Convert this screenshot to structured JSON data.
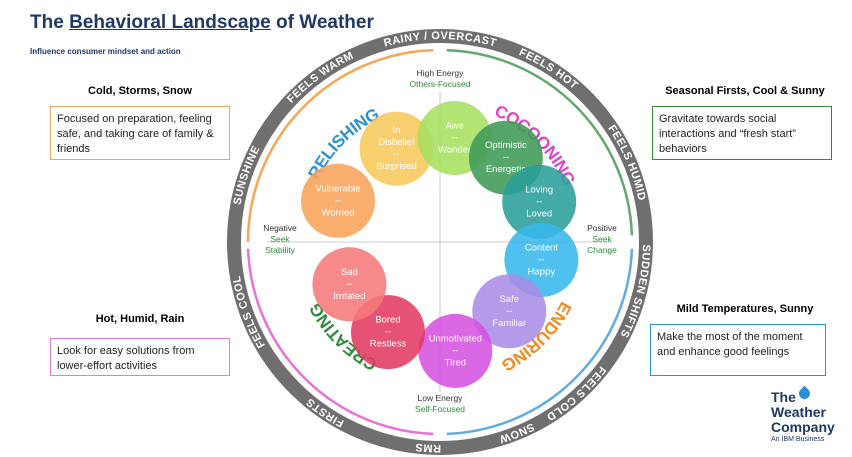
{
  "header": {
    "title_pre": "The ",
    "title_underlined": "Behavioral Landscape",
    "title_post": " of Weather",
    "subtitle": "Influence consumer mindset and action"
  },
  "quadrants": [
    {
      "key": "top-left",
      "heading": "Cold, Storms, Snow",
      "heading_color": "#f28a1c",
      "border_color": "#f3a65a",
      "text": "Focused on preparation, feeling safe, and taking care of family & friends"
    },
    {
      "key": "top-right",
      "heading": "Seasonal Firsts, Cool & Sunny",
      "heading_color": "#2e8b3a",
      "border_color": "#2e8b3a",
      "text": "Gravitate towards social interactions and “fresh start” behaviors"
    },
    {
      "key": "bottom-left",
      "heading": "Hot, Humid, Rain",
      "heading_color": "#e040c8",
      "border_color": "#e77ad8",
      "text": "Look for easy solutions from lower-effort activities"
    },
    {
      "key": "bottom-right",
      "heading": "Mild Temperatures, Sunny",
      "heading_color": "#2b8fd6",
      "border_color": "#2b8fd6",
      "text": "Make the most of the moment and enhance good feelings"
    }
  ],
  "ring_labels": [
    "STORMS",
    "FIRSTS",
    "FEELS COOL",
    "SUNSHINE",
    "FEELS WARM",
    "RAINY / OVERCAST",
    "FEELS HOT",
    "FEELS HUMID",
    "SUDDEN SHIFTS",
    "FEELS COLD",
    "SNOW"
  ],
  "segments": [
    {
      "label": "ENDURING",
      "color": "#f28a1c"
    },
    {
      "label": "CREATING",
      "color": "#2e8b3a"
    },
    {
      "label": "RELISHING",
      "color": "#2b8fd6"
    },
    {
      "label": "COCOONING",
      "color": "#e040c8"
    }
  ],
  "axes": {
    "top": [
      "High Energy",
      "Others-Focused"
    ],
    "bottom": [
      "Low Energy",
      "Self-Focused"
    ],
    "left": [
      "Negative",
      "Seek",
      "Stability"
    ],
    "right": [
      "Positive",
      "Seek",
      "Change"
    ]
  },
  "emotions": [
    {
      "lines": [
        "In",
        "Disbelief",
        "--",
        "Surprised"
      ],
      "color": "#f7c85a"
    },
    {
      "lines": [
        "Awe",
        "--",
        "Wonder"
      ],
      "color": "#a6e05e"
    },
    {
      "lines": [
        "Optimistic",
        "--",
        "Energetic"
      ],
      "color": "#3f9a58"
    },
    {
      "lines": [
        "Loving",
        "--",
        "Loved"
      ],
      "color": "#2a9e9a"
    },
    {
      "lines": [
        "Content",
        "--",
        "Happy"
      ],
      "color": "#38b8ec"
    },
    {
      "lines": [
        "Safe",
        "--",
        "Familiar"
      ],
      "color": "#a88de6"
    },
    {
      "lines": [
        "Unmotivated",
        "--",
        "Tired"
      ],
      "color": "#d552e0"
    },
    {
      "lines": [
        "Bored",
        "--",
        "Restless"
      ],
      "color": "#e33a62"
    },
    {
      "lines": [
        "Sad",
        "--",
        "Irritated"
      ],
      "color": "#f57a7a"
    },
    {
      "lines": [
        "Vulnerable",
        "--",
        "Worried"
      ],
      "color": "#f9a35a"
    }
  ],
  "logo": {
    "line1": "The",
    "line2": "Weather",
    "line3": "Company",
    "tagline": "An IBM Business"
  }
}
